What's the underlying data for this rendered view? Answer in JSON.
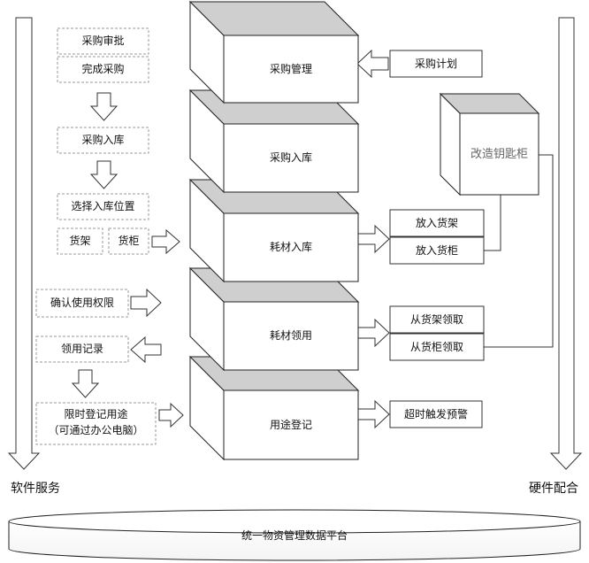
{
  "left_flow": {
    "procurement_approval": "采购审批",
    "complete_procurement": "完成采购",
    "procurement_inbound": "采购入库",
    "select_location": "选择入库位置",
    "shelf": "货架",
    "cabinet": "货柜",
    "confirm_permission": "确认使用权限",
    "usage_record": "领用记录",
    "timed_register": "限时登记用途",
    "via_office_pc": "（可通过办公电脑）"
  },
  "center_blocks": [
    "采购管理",
    "采购入库",
    "耗材入库",
    "耗材领用",
    "用途登记"
  ],
  "right_side": {
    "purchase_plan": "采购计划",
    "key_cabinet": "改造钥匙柜",
    "put_shelf": "放入货架",
    "put_cabinet": "放入货柜",
    "take_shelf": "从货架领取",
    "take_cabinet": "从货柜领取",
    "timeout_alarm": "超时触发预警"
  },
  "software_service": "软件服务",
  "hardware_support": "硬件配合",
  "platform": "统一物资管理数据平台"
}
